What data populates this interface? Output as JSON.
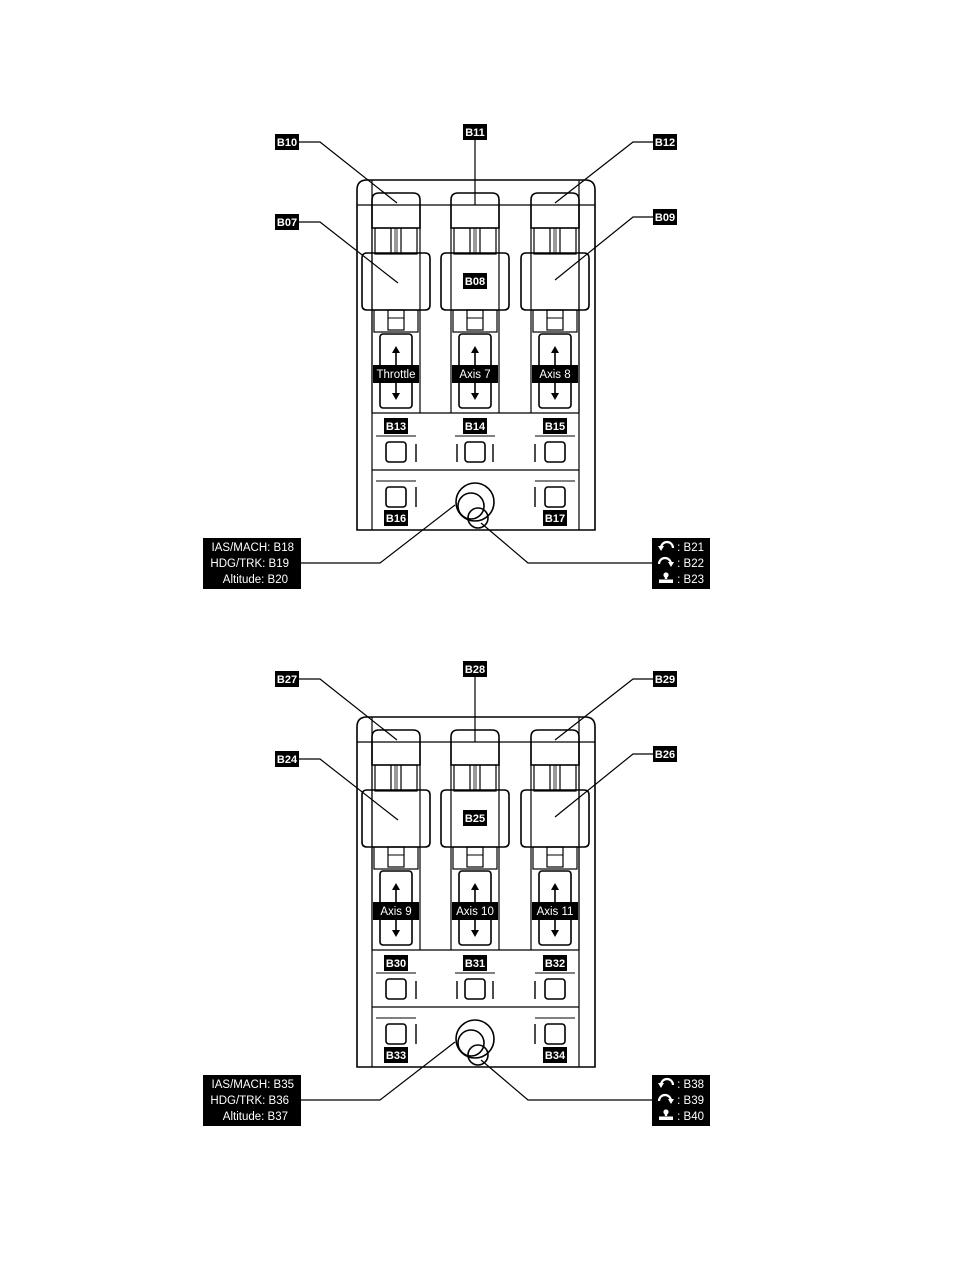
{
  "panels": [
    {
      "top_tags": [
        "B10",
        "B11",
        "B12"
      ],
      "side_tags": [
        "B07",
        "B08",
        "B09"
      ],
      "axes": [
        "Throttle",
        "Axis 7",
        "Axis 8"
      ],
      "buttons_row1": [
        "B13",
        "B14",
        "B15"
      ],
      "buttons_row2": [
        "B16",
        "B17"
      ],
      "left_box": [
        "IAS/MACH: B18",
        "HDG/TRK: B19",
        "Altitude: B20"
      ],
      "right_box": [
        ": B21",
        ": B22",
        ": B23"
      ]
    },
    {
      "top_tags": [
        "B27",
        "B28",
        "B29"
      ],
      "side_tags": [
        "B24",
        "B25",
        "B26"
      ],
      "axes": [
        "Axis 9",
        "Axis 10",
        "Axis 11"
      ],
      "buttons_row1": [
        "B30",
        "B31",
        "B32"
      ],
      "buttons_row2": [
        "B33",
        "B34"
      ],
      "left_box": [
        "IAS/MACH: B35",
        "HDG/TRK: B36",
        "Altitude: B37"
      ],
      "right_box": [
        ": B38",
        ": B39",
        ": B40"
      ]
    }
  ],
  "icons": [
    "rotate-ccw-icon",
    "rotate-cw-icon",
    "push-down-icon"
  ]
}
